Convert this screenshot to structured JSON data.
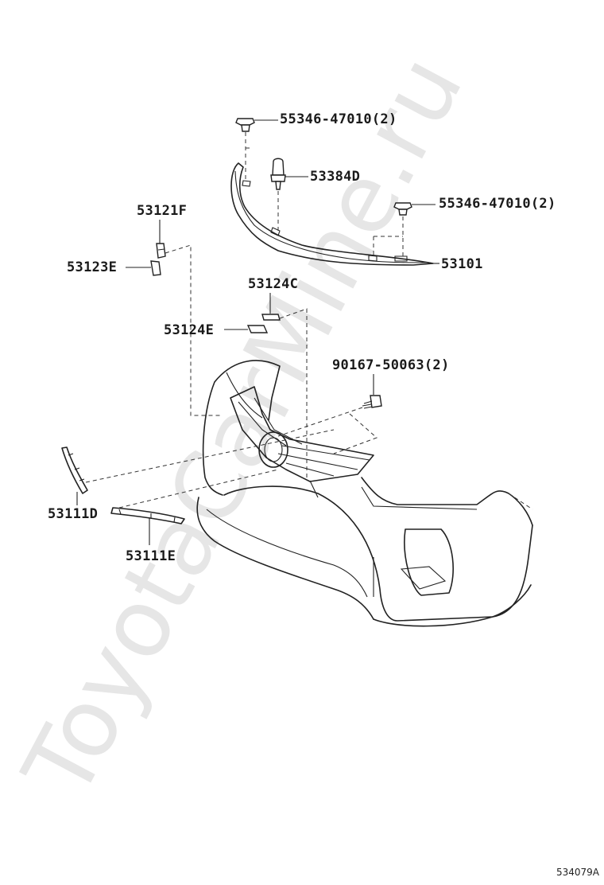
{
  "watermark": "ToyotaCarMine.ru",
  "diagram_code": "534079A",
  "labels": {
    "p55346_top": "55346-47010(2)",
    "p53384D": "53384D",
    "p55346_right": "55346-47010(2)",
    "p53101": "53101",
    "p53121F": "53121F",
    "p53123E": "53123E",
    "p53124C": "53124C",
    "p53124E": "53124E",
    "p90167": "90167-50063(2)",
    "p53111D": "53111D",
    "p53111E": "53111E"
  }
}
